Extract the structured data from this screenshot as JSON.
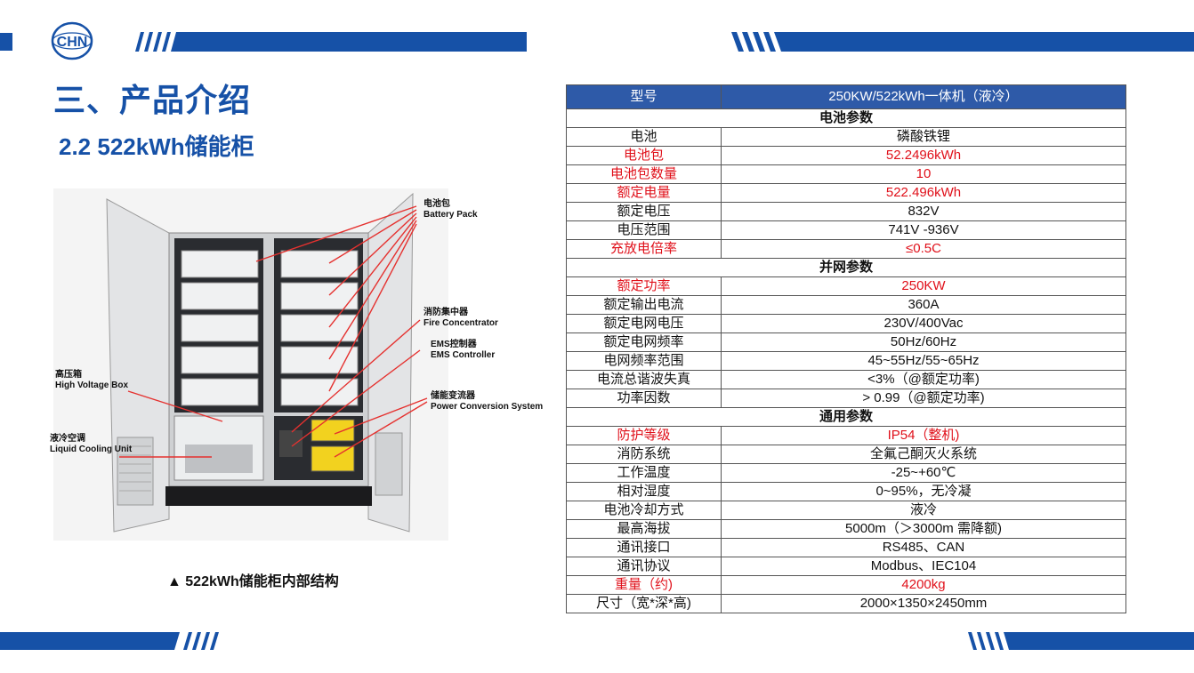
{
  "logo": {
    "text": "CHN"
  },
  "page_title": "三、产品介绍",
  "subtitle": "2.2  522kWh储能柜",
  "figure": {
    "caption": "▲  522kWh储能柜内部结构",
    "labels": {
      "battery_pack_cn": "电池包",
      "battery_pack_en": "Battery Pack",
      "fire_cn": "消防集中器",
      "fire_en": "Fire Concentrator",
      "ems_cn": "EMS控制器",
      "ems_en": "EMS Controller",
      "pcs_cn": "储能变流器",
      "pcs_en": "Power Conversion System",
      "hv_cn": "高压箱",
      "hv_en": "High Voltage Box",
      "cool_cn": "液冷空调",
      "cool_en": "Liquid Cooling Unit"
    }
  },
  "colors": {
    "brand_blue": "#1651a7",
    "header_blue": "#2e5aa8",
    "highlight_red": "#e0101a"
  },
  "table": {
    "header": [
      "型号",
      "250KW/522kWh一体机（液冷）"
    ],
    "sec1": "电池参数",
    "rows1": [
      {
        "k": "电池",
        "v": "磷酸铁锂"
      },
      {
        "k": "电池包",
        "v": "52.2496kWh"
      },
      {
        "k": "电池包数量",
        "v": "10"
      },
      {
        "k": "额定电量",
        "v": "522.496kWh"
      },
      {
        "k": "额定电压",
        "v": "832V"
      },
      {
        "k": "电压范围",
        "v": "741V -936V"
      },
      {
        "k": "充放电倍率",
        "v": "≤0.5C"
      }
    ],
    "sec2": "并网参数",
    "rows2": [
      {
        "k": "额定功率",
        "v": "250KW"
      },
      {
        "k": "额定输出电流",
        "v": "360A"
      },
      {
        "k": "额定电网电压",
        "v": "230V/400Vac"
      },
      {
        "k": "额定电网频率",
        "v": "50Hz/60Hz"
      },
      {
        "k": "电网频率范围",
        "v": "45~55Hz/55~65Hz"
      },
      {
        "k": "电流总谐波失真",
        "v": "<3%（@额定功率)"
      },
      {
        "k": "功率因数",
        "v": "> 0.99（@额定功率)"
      }
    ],
    "sec3": "通用参数",
    "rows3": [
      {
        "k": "防护等级",
        "v": "IP54（整机)"
      },
      {
        "k": "消防系统",
        "v": "全氟己酮灭火系统"
      },
      {
        "k": "工作温度",
        "v": "-25~+60℃"
      },
      {
        "k": "相对湿度",
        "v": "0~95%，无冷凝"
      },
      {
        "k": "电池冷却方式",
        "v": "液冷"
      },
      {
        "k": "最高海拔",
        "v": "5000m（＞3000m 需降额)"
      },
      {
        "k": "通讯接口",
        "v": "RS485、CAN"
      },
      {
        "k": "通讯协议",
        "v": "Modbus、IEC104"
      },
      {
        "k": "重量（约)",
        "v": "4200kg"
      },
      {
        "k": "尺寸（宽*深*高)",
        "v": "2000×1350×2450mm"
      }
    ]
  }
}
